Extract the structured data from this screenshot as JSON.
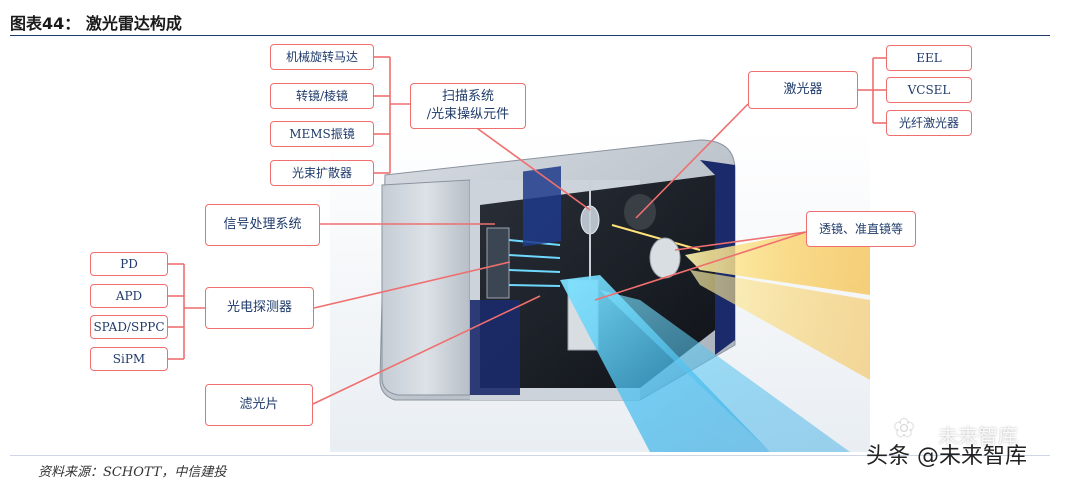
{
  "figure_title": "图表44：   激光雷达构成",
  "source": "资料来源：SCHOTT，中信建投",
  "brand": "头条 @未来智库",
  "watermark": "未来智库",
  "scan": {
    "center": "扫描系统\n/光束操纵元件",
    "items": [
      "机械旋转马达",
      "转镜/棱镜",
      "MEMS振镜",
      "光束扩散器"
    ]
  },
  "laser": {
    "center": "激光器",
    "items": [
      "EEL",
      "VCSEL",
      "光纤激光器"
    ]
  },
  "signal_processing": "信号处理系统",
  "lens": "透镜、准直镜等",
  "detector": {
    "center": "光电探测器",
    "items": [
      "PD",
      "APD",
      "SPAD/SPPC",
      "SiPM"
    ]
  },
  "filter": "滤光片",
  "colors": {
    "connector": "#ef6f6f",
    "text": "#1f3b6b",
    "beam_blue": "#1fb6f0",
    "beam_yellow": "#f6d028"
  }
}
